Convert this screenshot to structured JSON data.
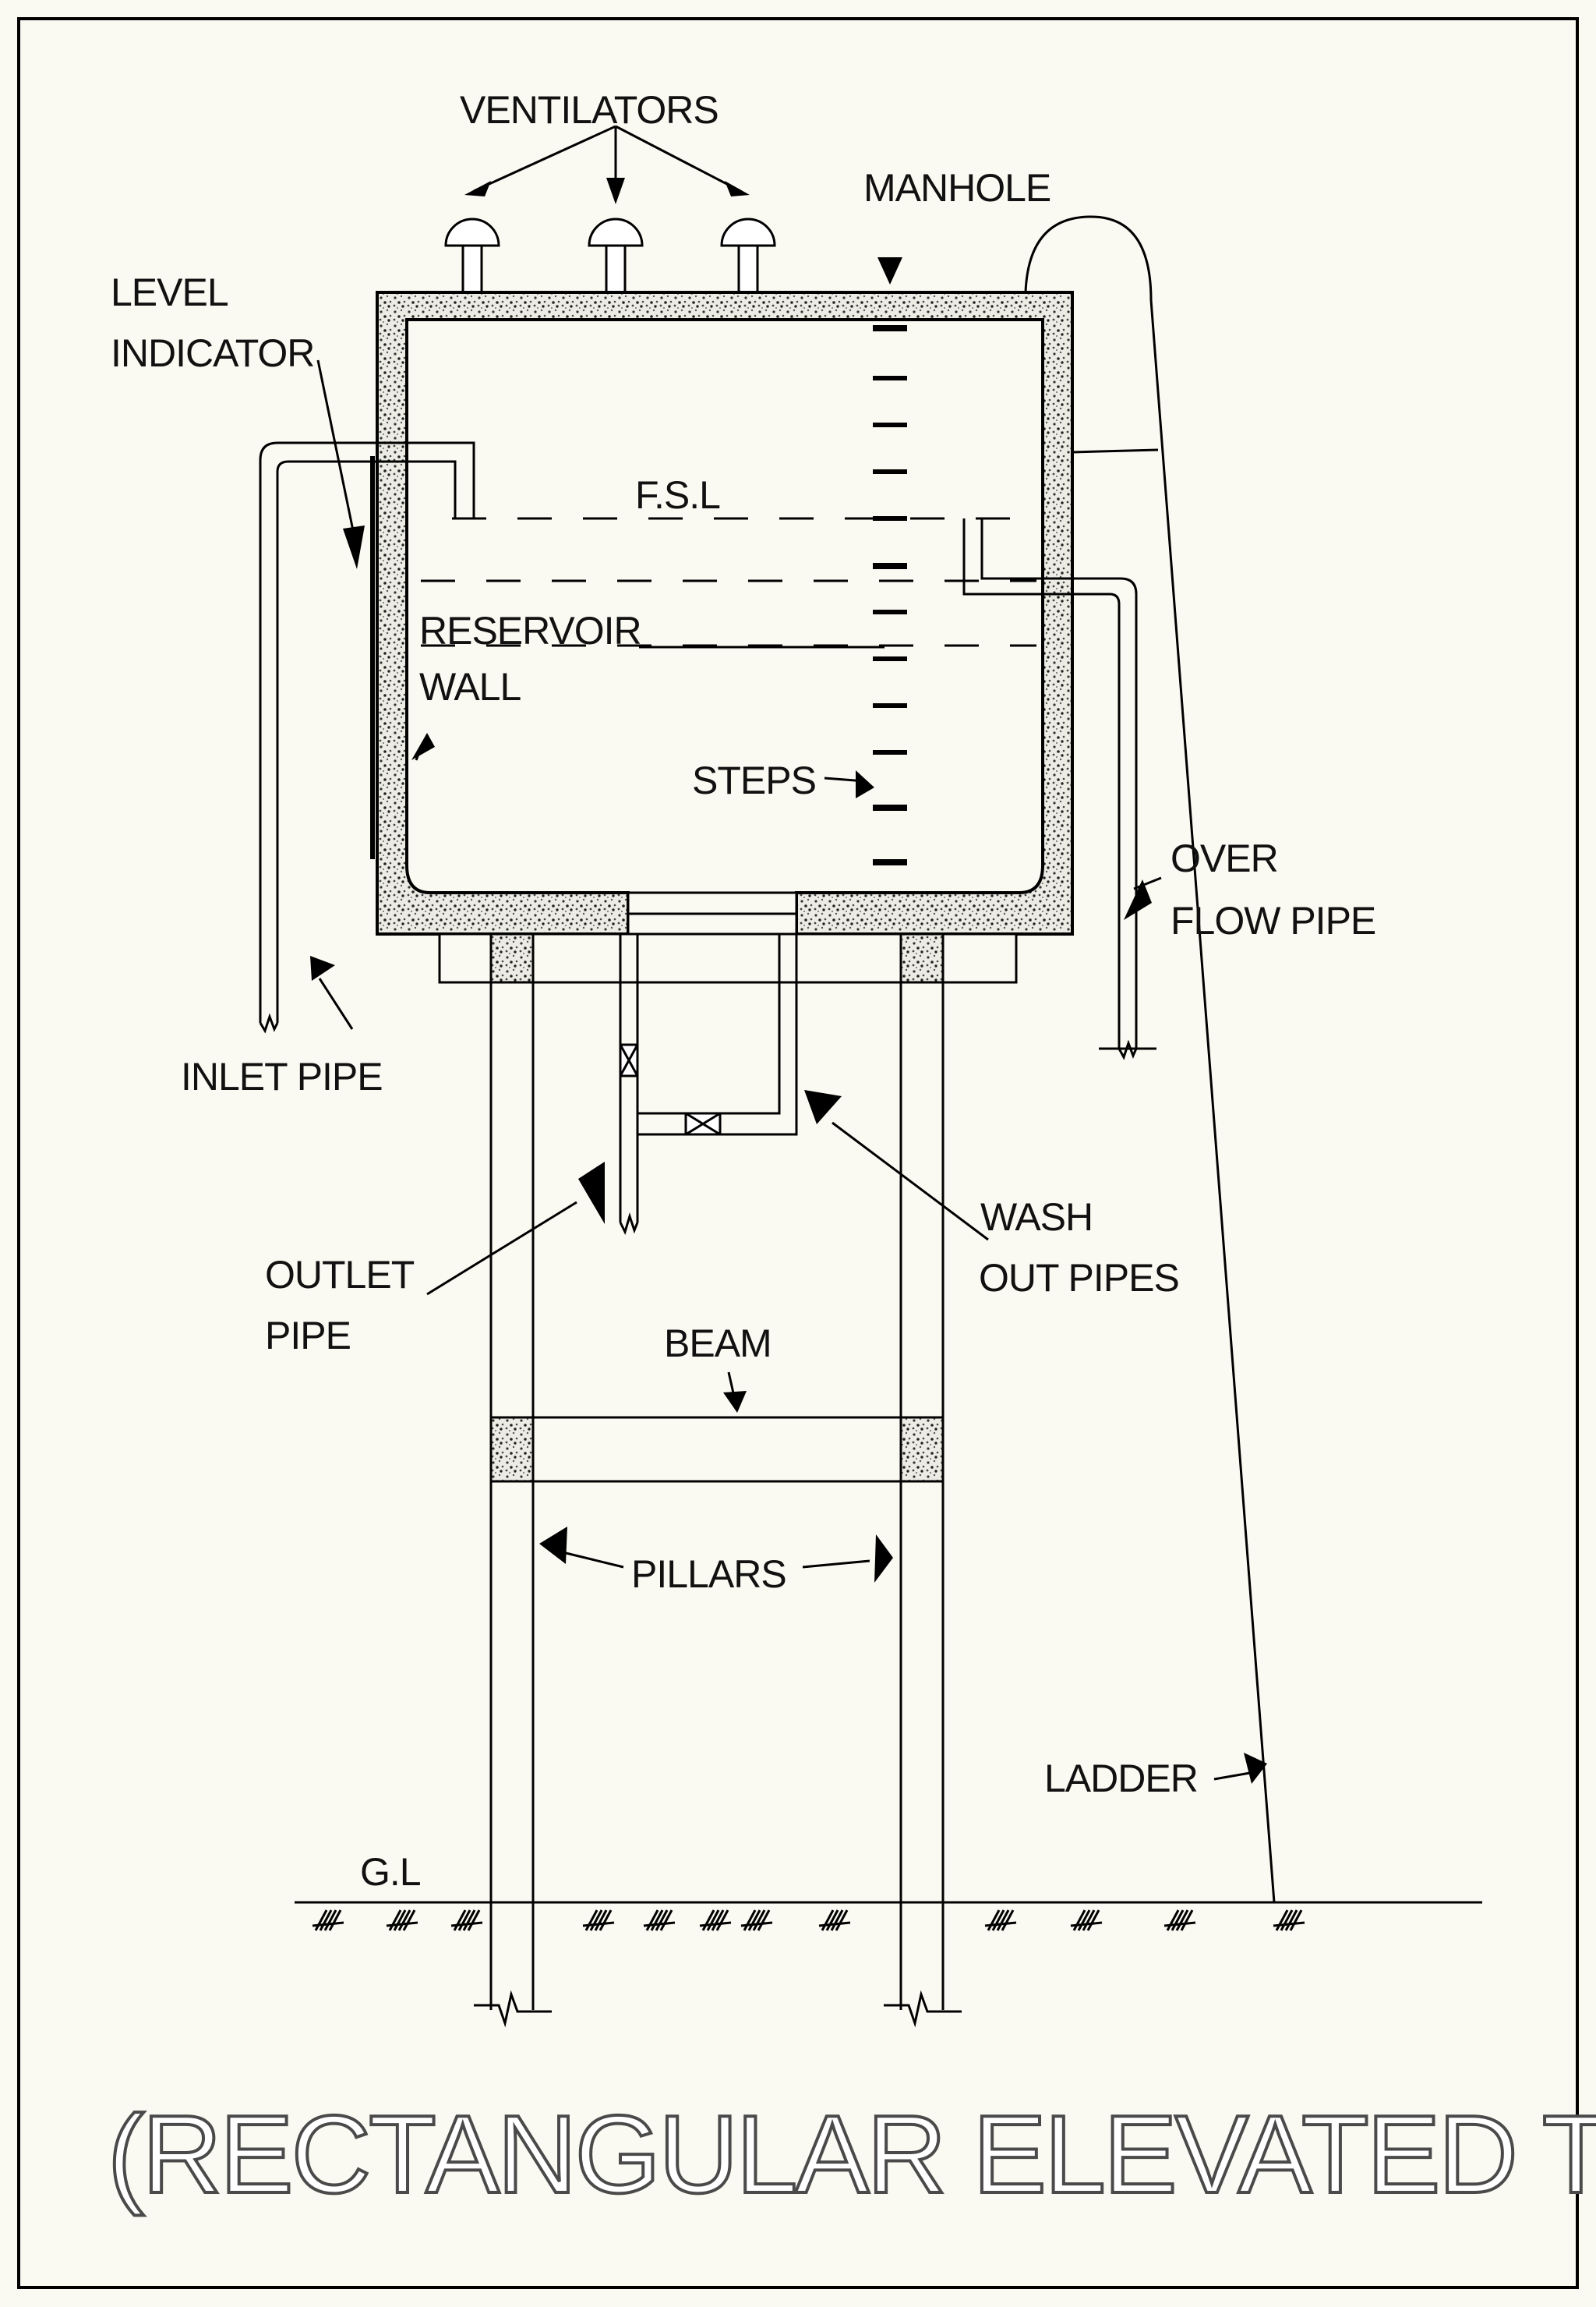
{
  "labels": {
    "ventilators": "VENTILATORS",
    "manhole": "MANHOLE",
    "level_indicator_1": "LEVEL",
    "level_indicator_2": "INDICATOR",
    "fsl": "F.S.L",
    "reservoir_wall_1": "RESERVOIR",
    "reservoir_wall_2": "WALL",
    "steps": "STEPS",
    "overflow_pipe_1": "OVER",
    "overflow_pipe_2": "FLOW PIPE",
    "inlet_pipe": "INLET PIPE",
    "outlet_pipe_1": "OUTLET",
    "outlet_pipe_2": "PIPE",
    "wash_out_pipes_1": "WASH",
    "wash_out_pipes_2": "OUT PIPES",
    "beam": "BEAM",
    "pillars": "PILLARS",
    "ladder": "LADDER",
    "ground_level": "G.L"
  },
  "title": "(RECTANGULAR ELEVATED TANK )",
  "colors": {
    "background": "#fbfaf2",
    "ink": "#000000",
    "concrete_fill": "#e9e9e2"
  }
}
